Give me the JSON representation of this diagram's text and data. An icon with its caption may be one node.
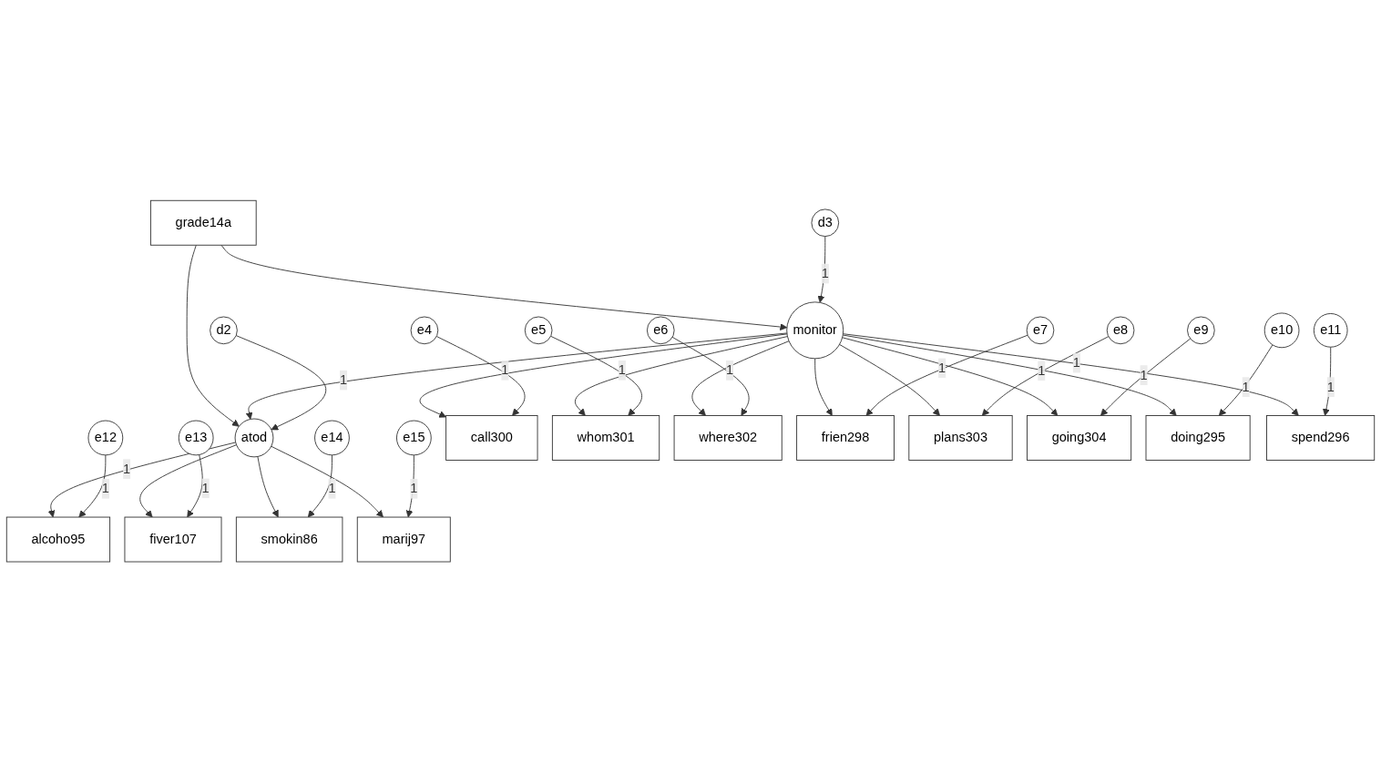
{
  "diagram": {
    "nodes": [
      {
        "text": [
          "d2"
        ]
      },
      {
        "text": [
          "alcoho95"
        ]
      },
      {
        "text": [
          "e12"
        ]
      },
      {
        "text": [
          "fiver107"
        ]
      },
      {
        "text": [
          "e13"
        ]
      },
      {
        "text": [
          "grade14a"
        ]
      },
      {
        "text": [
          "atod"
        ]
      },
      {
        "text": [
          "smokin86"
        ]
      },
      {
        "text": [
          "e14"
        ]
      },
      {
        "text": [
          "marij97"
        ]
      },
      {
        "text": [
          "e15"
        ]
      },
      {
        "text": [
          "monitor"
        ]
      },
      {
        "text": [
          "d3"
        ]
      },
      {
        "text": [
          "call300"
        ]
      },
      {
        "text": [
          "whom301"
        ]
      },
      {
        "text": [
          "where302"
        ]
      },
      {
        "text": [
          "frien298"
        ]
      },
      {
        "text": [
          "plans303"
        ]
      },
      {
        "text": [
          "going304"
        ]
      },
      {
        "text": [
          "doing295"
        ]
      },
      {
        "text": [
          "spend296"
        ]
      },
      {
        "text": [
          "e4"
        ]
      },
      {
        "text": [
          "e5"
        ]
      },
      {
        "text": [
          "e6"
        ]
      },
      {
        "text": [
          "e7"
        ]
      },
      {
        "text": [
          "e8"
        ]
      },
      {
        "text": [
          "e9"
        ]
      },
      {
        "text": [
          "e10"
        ]
      },
      {
        "text": [
          "e11"
        ]
      }
    ],
    "edges": [
      {
        "from": 5,
        "to": 6,
        "arrow": "to"
      },
      {
        "from": 5,
        "to": 11,
        "arrow": "to"
      },
      {
        "from": 11,
        "to": 6,
        "arrow": "to"
      },
      {
        "from": 0,
        "to": 6,
        "arrow": "to",
        "label": "1"
      },
      {
        "from": 12,
        "to": 11,
        "arrow": "to",
        "label": "1"
      },
      {
        "from": 6,
        "to": 1,
        "arrow": "to",
        "label": "1"
      },
      {
        "from": 6,
        "to": 3,
        "arrow": "to"
      },
      {
        "from": 6,
        "to": 7,
        "arrow": "to"
      },
      {
        "from": 6,
        "to": 9,
        "arrow": "to"
      },
      {
        "from": 2,
        "to": 1,
        "arrow": "to",
        "label": "1"
      },
      {
        "from": 4,
        "to": 3,
        "arrow": "to",
        "label": "1"
      },
      {
        "from": 8,
        "to": 7,
        "arrow": "to",
        "label": "1"
      },
      {
        "from": 10,
        "to": 9,
        "arrow": "to",
        "label": "1"
      },
      {
        "from": 11,
        "to": 13,
        "arrow": "to"
      },
      {
        "from": 11,
        "to": 14,
        "arrow": "to"
      },
      {
        "from": 11,
        "to": 15,
        "arrow": "to"
      },
      {
        "from": 11,
        "to": 16,
        "arrow": "to"
      },
      {
        "from": 11,
        "to": 17,
        "arrow": "to"
      },
      {
        "from": 11,
        "to": 18,
        "arrow": "to"
      },
      {
        "from": 11,
        "to": 19,
        "arrow": "to"
      },
      {
        "from": 11,
        "to": 20,
        "arrow": "to",
        "label": "1"
      },
      {
        "from": 21,
        "to": 13,
        "arrow": "to",
        "label": "1"
      },
      {
        "from": 22,
        "to": 14,
        "arrow": "to",
        "label": "1"
      },
      {
        "from": 23,
        "to": 15,
        "arrow": "to",
        "label": "1"
      },
      {
        "from": 24,
        "to": 16,
        "arrow": "to",
        "label": "1"
      },
      {
        "from": 25,
        "to": 17,
        "arrow": "to",
        "label": "1"
      },
      {
        "from": 26,
        "to": 18,
        "arrow": "to",
        "label": "1"
      },
      {
        "from": 27,
        "to": 19,
        "arrow": "to",
        "label": "1"
      },
      {
        "from": 28,
        "to": 20,
        "arrow": "to",
        "label": "1"
      }
    ]
  }
}
